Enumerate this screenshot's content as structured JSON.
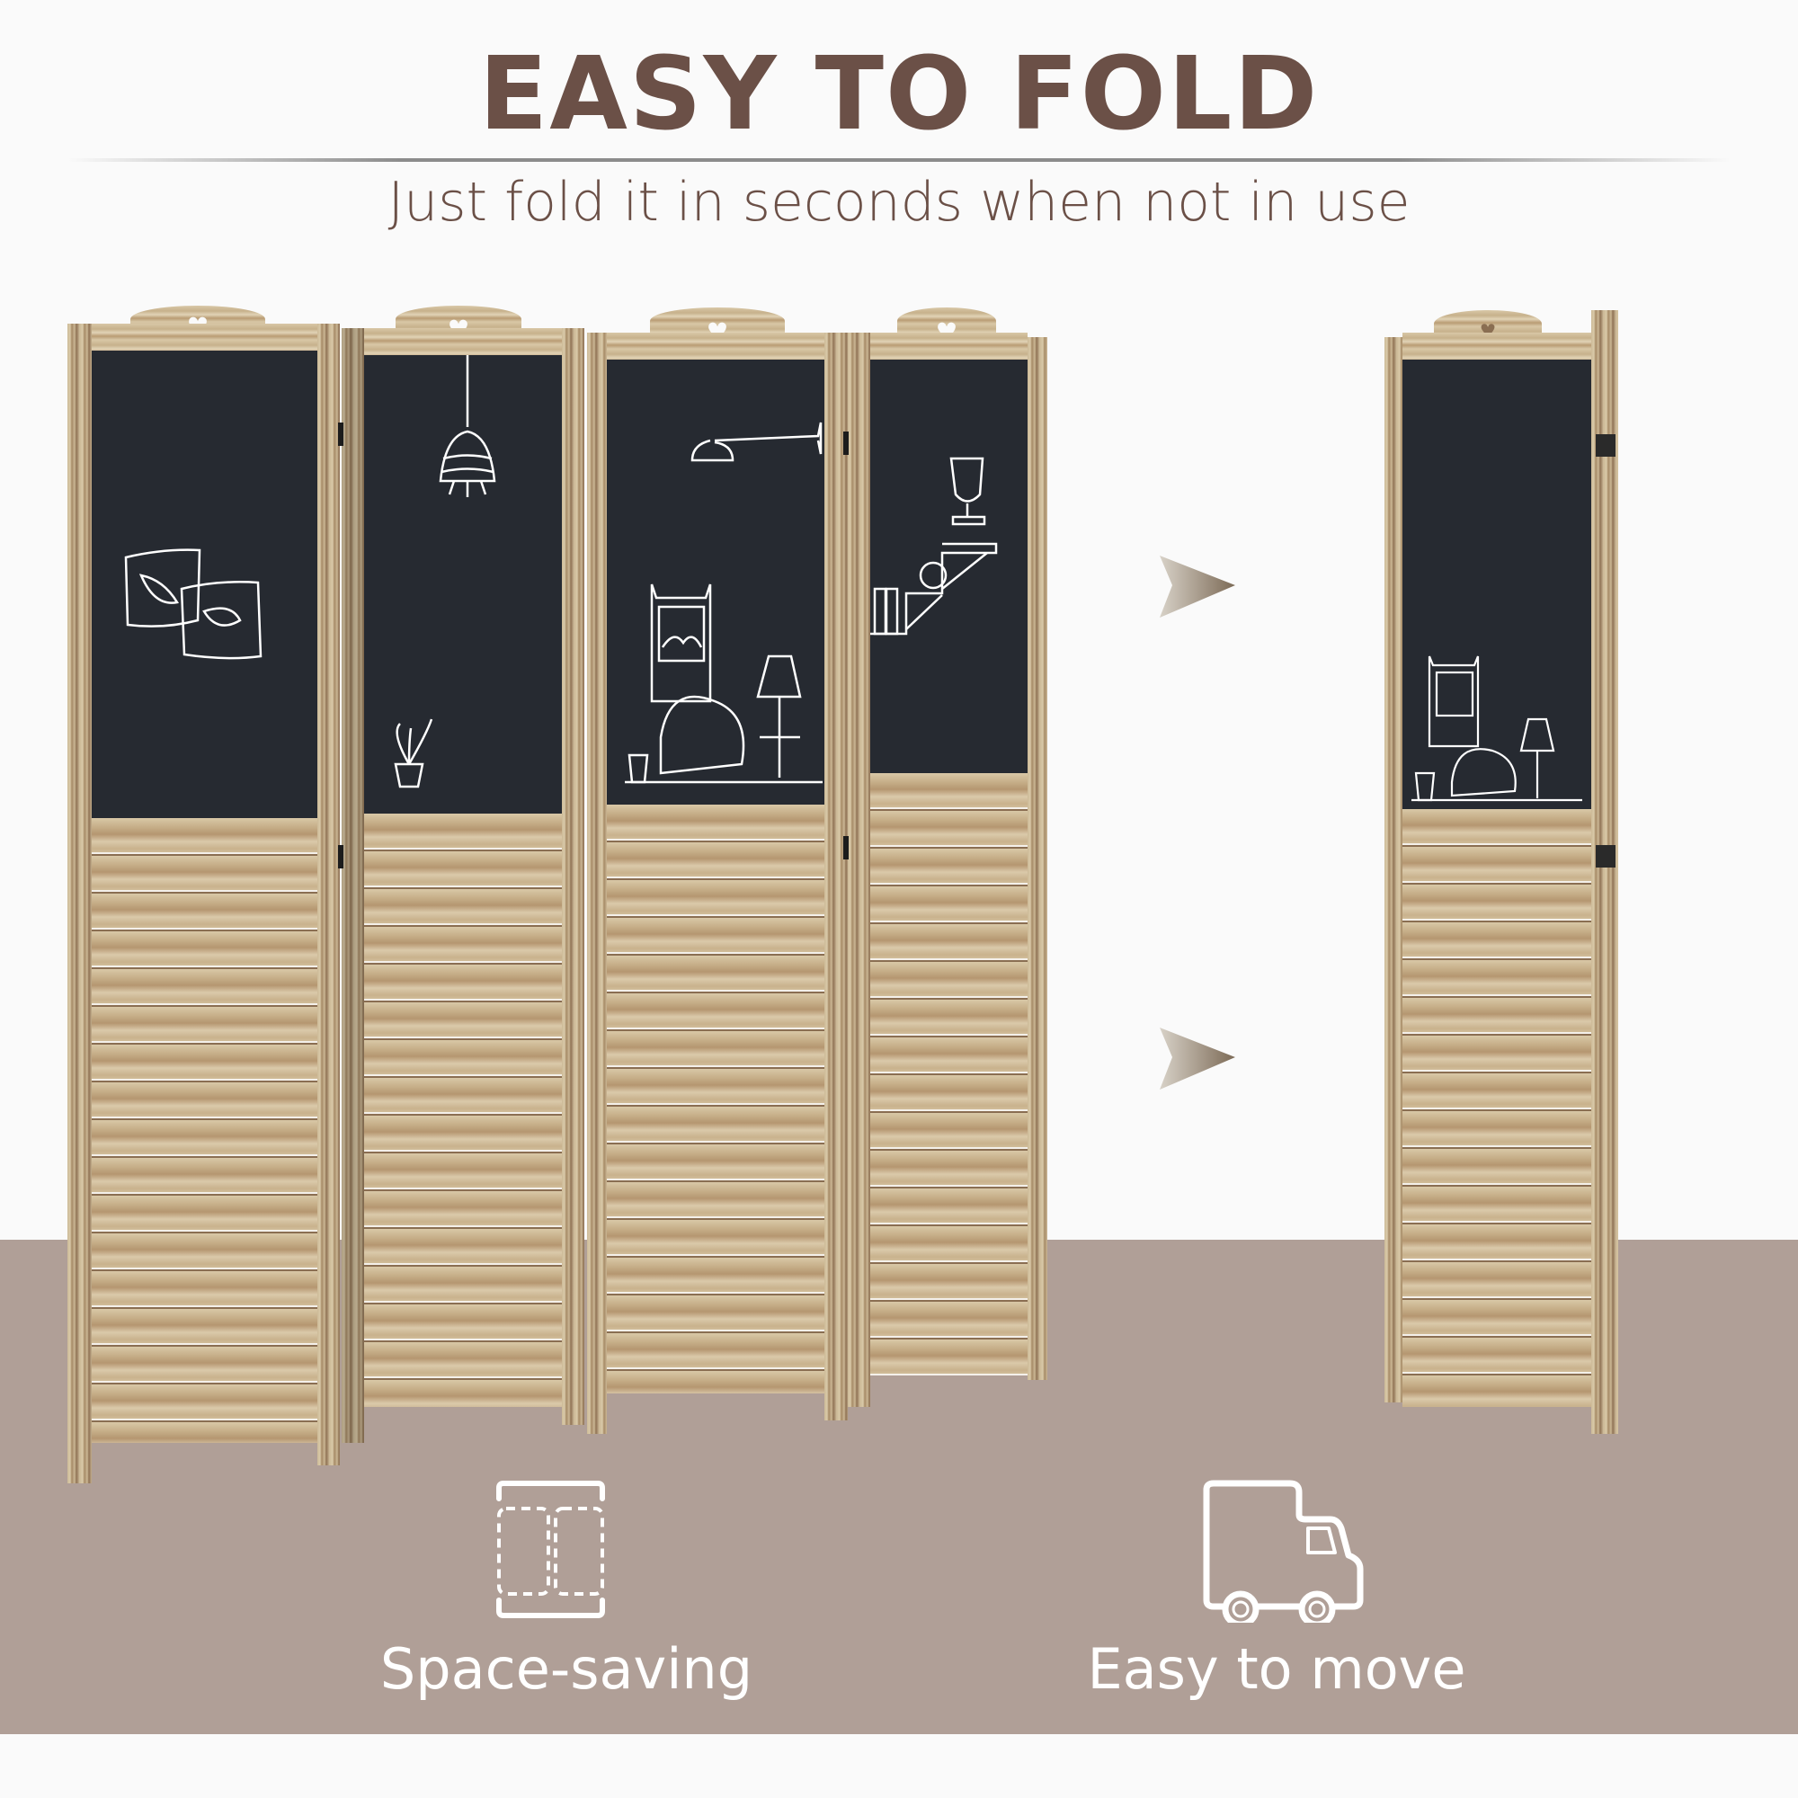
{
  "header": {
    "title": "EASY TO FOLD",
    "subtitle": "Just fold it in seconds when not in use"
  },
  "colors": {
    "title_text": "#6b5047",
    "floor": "#b09f97",
    "background": "#fafafa",
    "chalkboard": "#262a31",
    "icon_white": "#ffffff"
  },
  "product": {
    "unfolded_panels": 4,
    "panel_drawings": [
      "pillows",
      "pendant-lamp and potted-plant",
      "wall-lamp, picture frame, armchair and floor-lamp",
      "trophy on wall shelf with books"
    ],
    "folded_drawing": "picture frame, armchair and floor-lamp"
  },
  "arrows": [
    "arrow-right",
    "arrow-right"
  ],
  "features": [
    {
      "icon": "space-saving-icon",
      "label": "Space-saving"
    },
    {
      "icon": "truck-icon",
      "label": "Easy to move"
    }
  ]
}
